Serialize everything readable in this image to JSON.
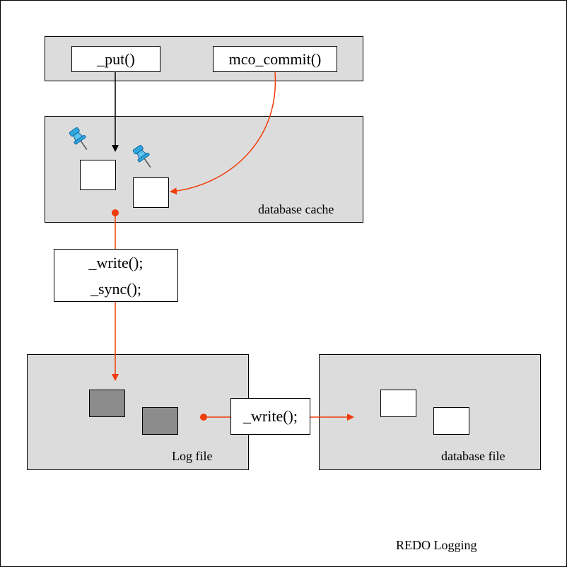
{
  "api": {
    "put_label": "_put()",
    "commit_label": "mco_commit()"
  },
  "cache": {
    "label": "database cache"
  },
  "flush": {
    "write_label": "_write();",
    "sync_label": "_sync();"
  },
  "log": {
    "label": "Log file"
  },
  "apply": {
    "write_label": "_write();"
  },
  "dbfile": {
    "label": "database file"
  },
  "caption": "REDO Logging",
  "colors": {
    "panel": "#dcdcdc",
    "arrow_red": "#f03c0a",
    "dirty_page": "#8c8c8c",
    "pin": "#2fa8e0"
  }
}
